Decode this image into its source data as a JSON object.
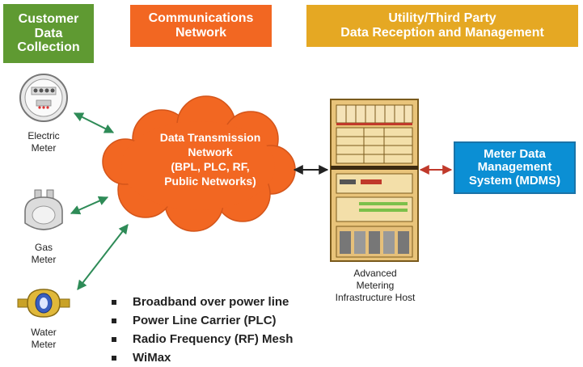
{
  "headers": {
    "customer": [
      "Customer",
      "Data",
      "Collection"
    ],
    "communications": [
      "Communications",
      "Network"
    ],
    "utility": [
      "Utility/Third Party",
      "Data Reception and Management"
    ]
  },
  "devices": {
    "electric": [
      "Electric",
      "Meter"
    ],
    "gas": [
      "Gas",
      "Meter"
    ],
    "water": [
      "Water",
      "Meter"
    ]
  },
  "cloud": [
    "Data Transmission",
    "Network",
    "(BPL, PLC, RF,",
    "Public Networks)"
  ],
  "host": [
    "Advanced",
    "Metering",
    "Infrastructure Host"
  ],
  "mdms": [
    "Meter Data",
    "Management",
    "System (MDMS)"
  ],
  "bullets": [
    "Broadband over power line",
    "Power Line Carrier (PLC)",
    "Radio Frequency (RF) Mesh",
    "WiMax"
  ],
  "colors": {
    "customer": "#5f9a32",
    "communications": "#f26722",
    "utility": "#e5a823",
    "mdms": "#0b8fd4",
    "arrow_green": "#2e8b57",
    "arrow_red": "#c0392b"
  }
}
